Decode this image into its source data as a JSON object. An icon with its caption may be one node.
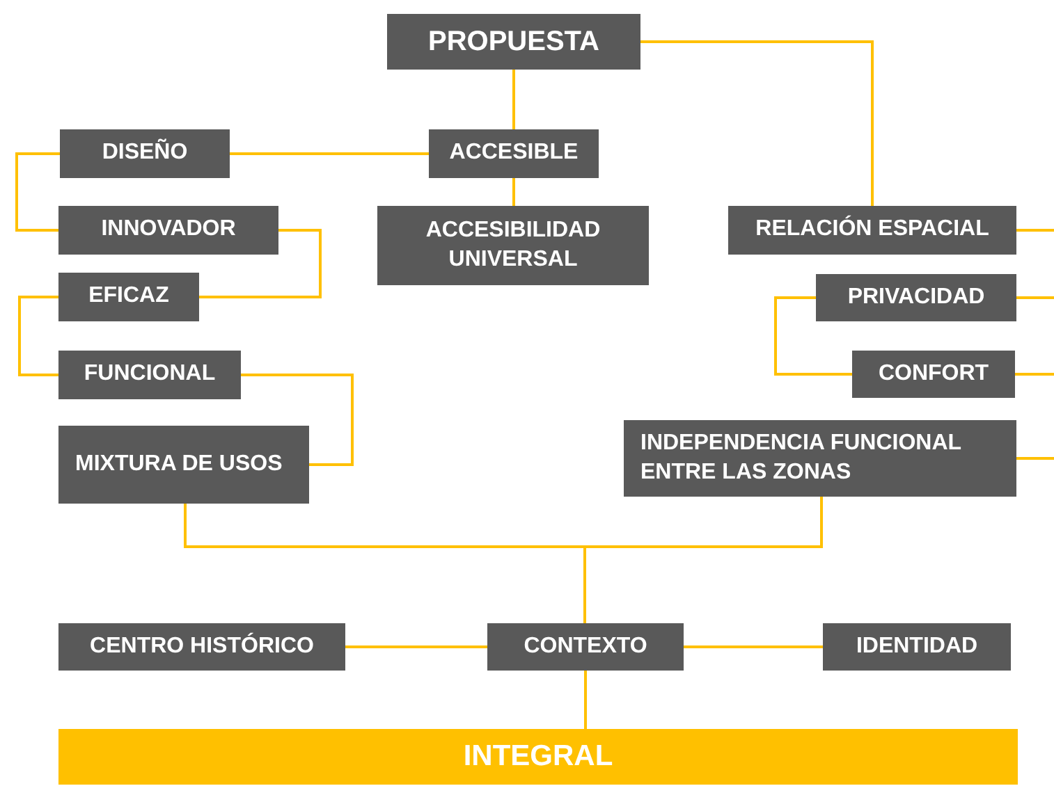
{
  "diagram": {
    "nodes": [
      {
        "text": [
          "PROPUESTA"
        ]
      },
      {
        "text": [
          "ACCESIBLE"
        ]
      },
      {
        "text": [
          "DISEÑO"
        ]
      },
      {
        "text": [
          "INNOVADOR"
        ]
      },
      {
        "text": [
          "EFICAZ"
        ]
      },
      {
        "text": [
          "FUNCIONAL"
        ]
      },
      {
        "text": [
          "MIXTURA DE USOS"
        ]
      },
      {
        "text": [
          "ACCESIBILIDAD UNIVERSAL"
        ]
      },
      {
        "text": [
          "RELACIÓN ESPACIAL"
        ]
      },
      {
        "text": [
          "PRIVACIDAD"
        ]
      },
      {
        "text": [
          "CONFORT"
        ]
      },
      {
        "text": [
          "INDEPENDENCIA FUNCIONAL ENTRE LAS ZONAS"
        ]
      },
      {
        "text": [
          "CENTRO HISTÓRICO"
        ]
      },
      {
        "text": [
          "CONTEXTO"
        ]
      },
      {
        "text": [
          "IDENTIDAD"
        ]
      },
      {
        "text": [
          "INTEGRAL"
        ]
      }
    ],
    "edges": [
      {
        "from": 0,
        "to": 1,
        "arrow": "none"
      },
      {
        "from": 0,
        "to": 8,
        "arrow": "none"
      },
      {
        "from": 1,
        "to": 2,
        "arrow": "none"
      },
      {
        "from": 1,
        "to": 7,
        "arrow": "none"
      },
      {
        "from": 2,
        "to": 3,
        "arrow": "none"
      },
      {
        "from": 3,
        "to": 4,
        "arrow": "none"
      },
      {
        "from": 4,
        "to": 5,
        "arrow": "none"
      },
      {
        "from": 5,
        "to": 6,
        "arrow": "none"
      },
      {
        "from": 8,
        "to": null,
        "arrow": "none"
      },
      {
        "from": 9,
        "to": null,
        "arrow": "none"
      },
      {
        "from": 9,
        "to": 10,
        "arrow": "none"
      },
      {
        "from": 10,
        "to": null,
        "arrow": "none"
      },
      {
        "from": 11,
        "to": null,
        "arrow": "none"
      },
      {
        "from": 6,
        "to": 13,
        "arrow": "none"
      },
      {
        "from": 11,
        "to": 13,
        "arrow": "none"
      },
      {
        "from": 12,
        "to": 13,
        "arrow": "none"
      },
      {
        "from": 13,
        "to": 14,
        "arrow": "none"
      },
      {
        "from": 13,
        "to": 15,
        "arrow": "none"
      }
    ]
  }
}
